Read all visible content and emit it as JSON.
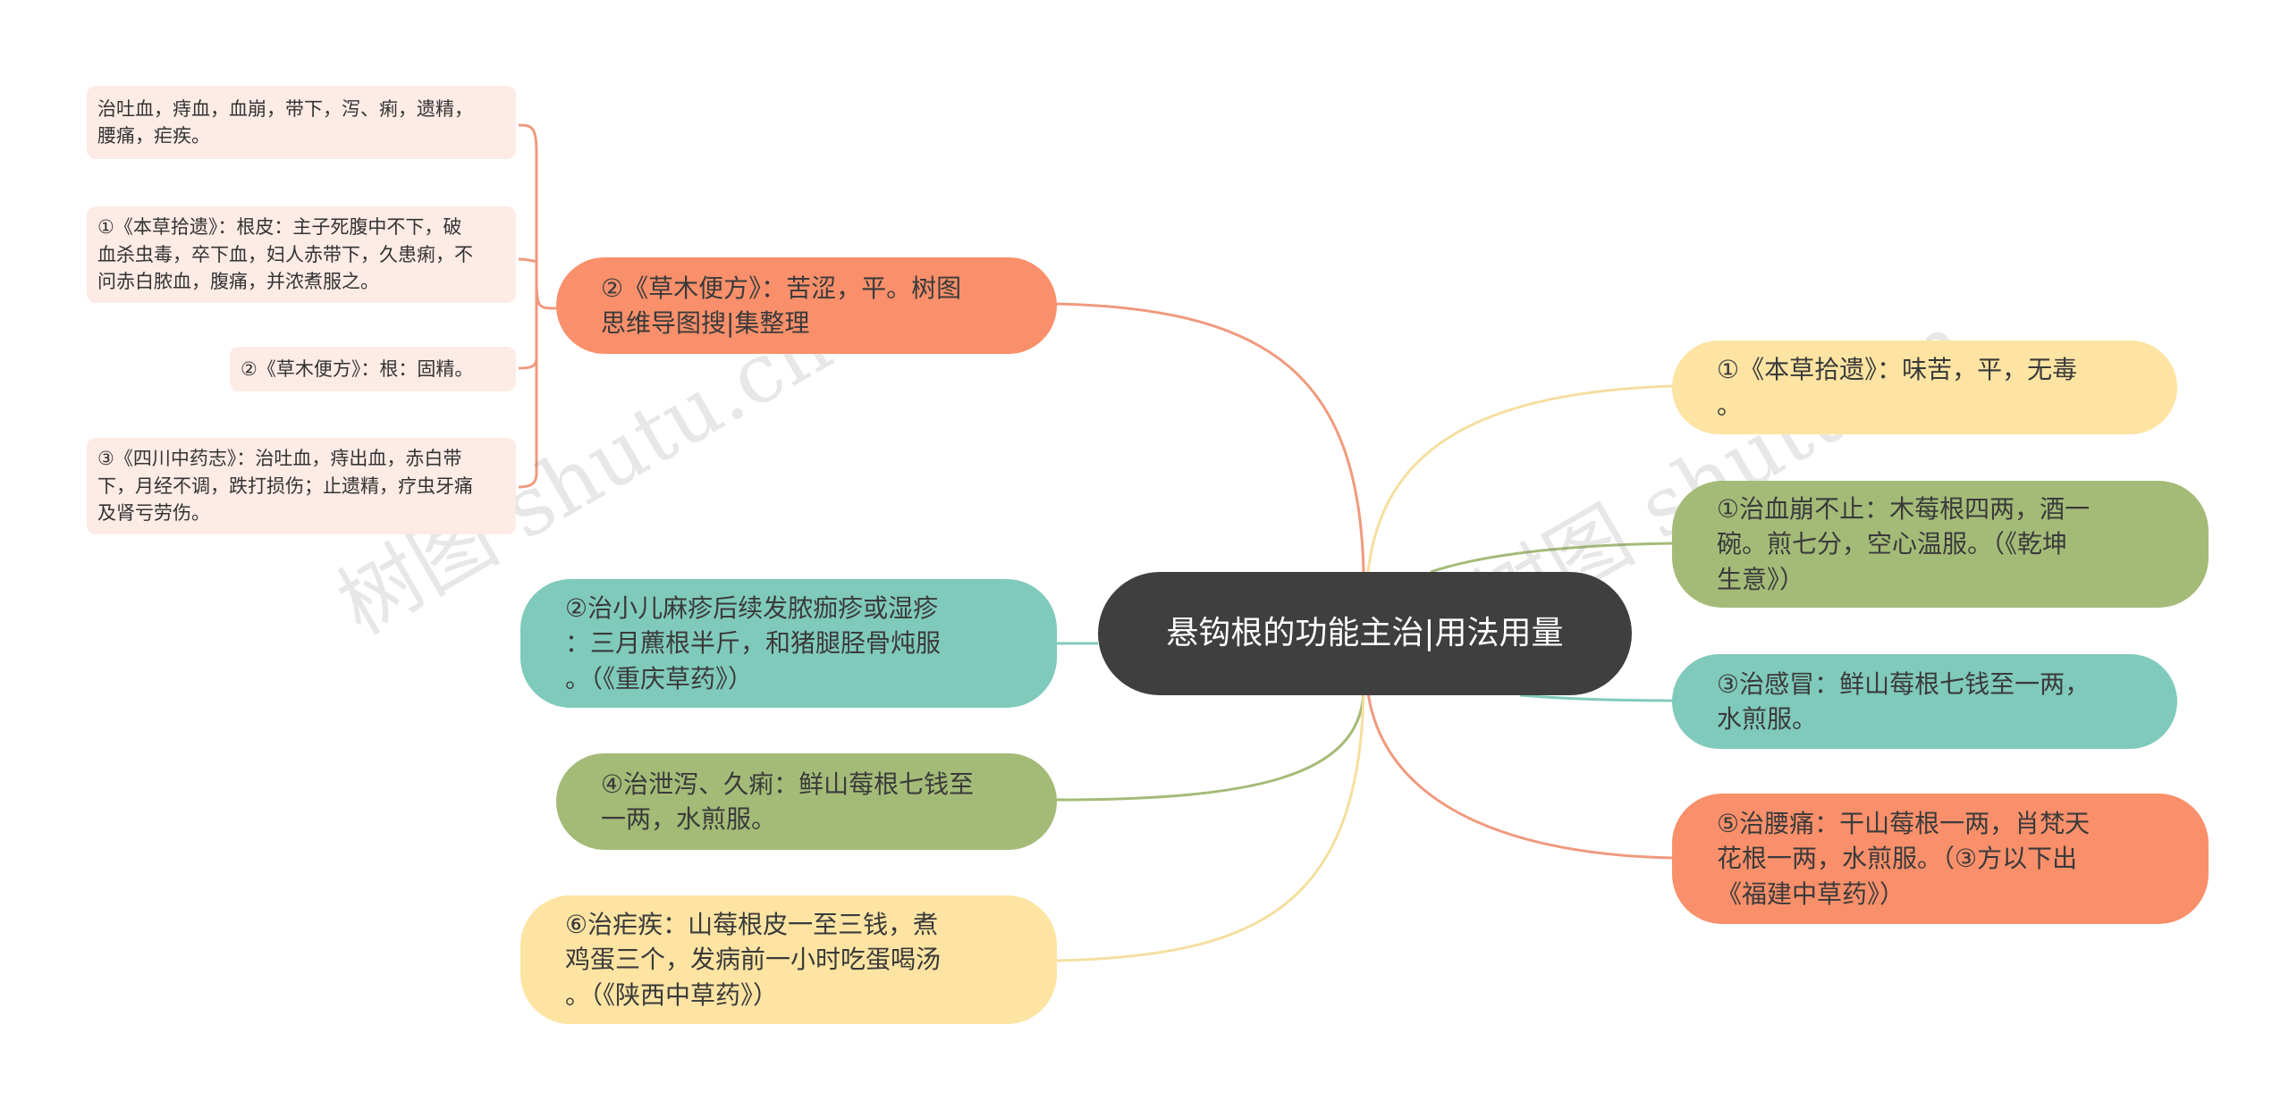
{
  "center": {
    "title": "悬钩根的功能主治|用法用量"
  },
  "left_branches": [
    {
      "text": "②《草木便方》：苦涩，平。树图\n思维导图搜|集整理",
      "color": "#f9906b"
    },
    {
      "text": "②治小儿麻疹后续发脓痂疹或湿疹\n：三月藨根半斤，和猪腿胫骨炖服\n。（《重庆草药》）",
      "color": "#80cabb"
    },
    {
      "text": "④治泄泻、久痢：鲜山莓根七钱至\n一两，水煎服。",
      "color": "#a4bb78"
    },
    {
      "text": "⑥治疟疾：山莓根皮一至三钱，煮\n鸡蛋三个，发病前一小时吃蛋喝汤\n。（《陕西中草药》）",
      "color": "#fde4a3"
    }
  ],
  "right_branches": [
    {
      "text": "①《本草拾遗》：味苦，平，无毒\n。",
      "color": "#fde4a3"
    },
    {
      "text": "①治血崩不止：木莓根四两，酒一\n碗。煎七分，空心温服。（《乾坤\n生意》）",
      "color": "#a4bb78"
    },
    {
      "text": "③治感冒：鲜山莓根七钱至一两，\n水煎服。",
      "color": "#80cabb"
    },
    {
      "text": "⑤治腰痛：干山莓根一两，肖梵天\n花根一两，水煎服。（③方以下出\n《福建中草药》）",
      "color": "#f9906b"
    }
  ],
  "leaves": [
    {
      "text": "治吐血，痔血，血崩，带下，泻、痢，遗精，\n腰痛，疟疾。"
    },
    {
      "text": "①《本草拾遗》：根皮：主子死腹中不下，破\n血杀虫毒，卒下血，妇人赤带下，久患痢，不\n问赤白脓血，腹痛，并浓煮服之。"
    },
    {
      "text": "②《草木便方》：根：固精。"
    },
    {
      "text": "③《四川中药志》：治吐血，痔出血，赤白带\n下，月经不调，跌打损伤；止遗精，疗虫牙痛\n及肾亏劳伤。"
    }
  ],
  "watermarks": [
    "树图 shutu.cn",
    "树图 shutu.cn"
  ],
  "colors": {
    "orange": "#f9906b",
    "teal": "#80cabb",
    "green": "#a4bb78",
    "yellow": "#fde4a3",
    "center": "#3f3f3f",
    "leaf_bg": "#fdebe6"
  }
}
